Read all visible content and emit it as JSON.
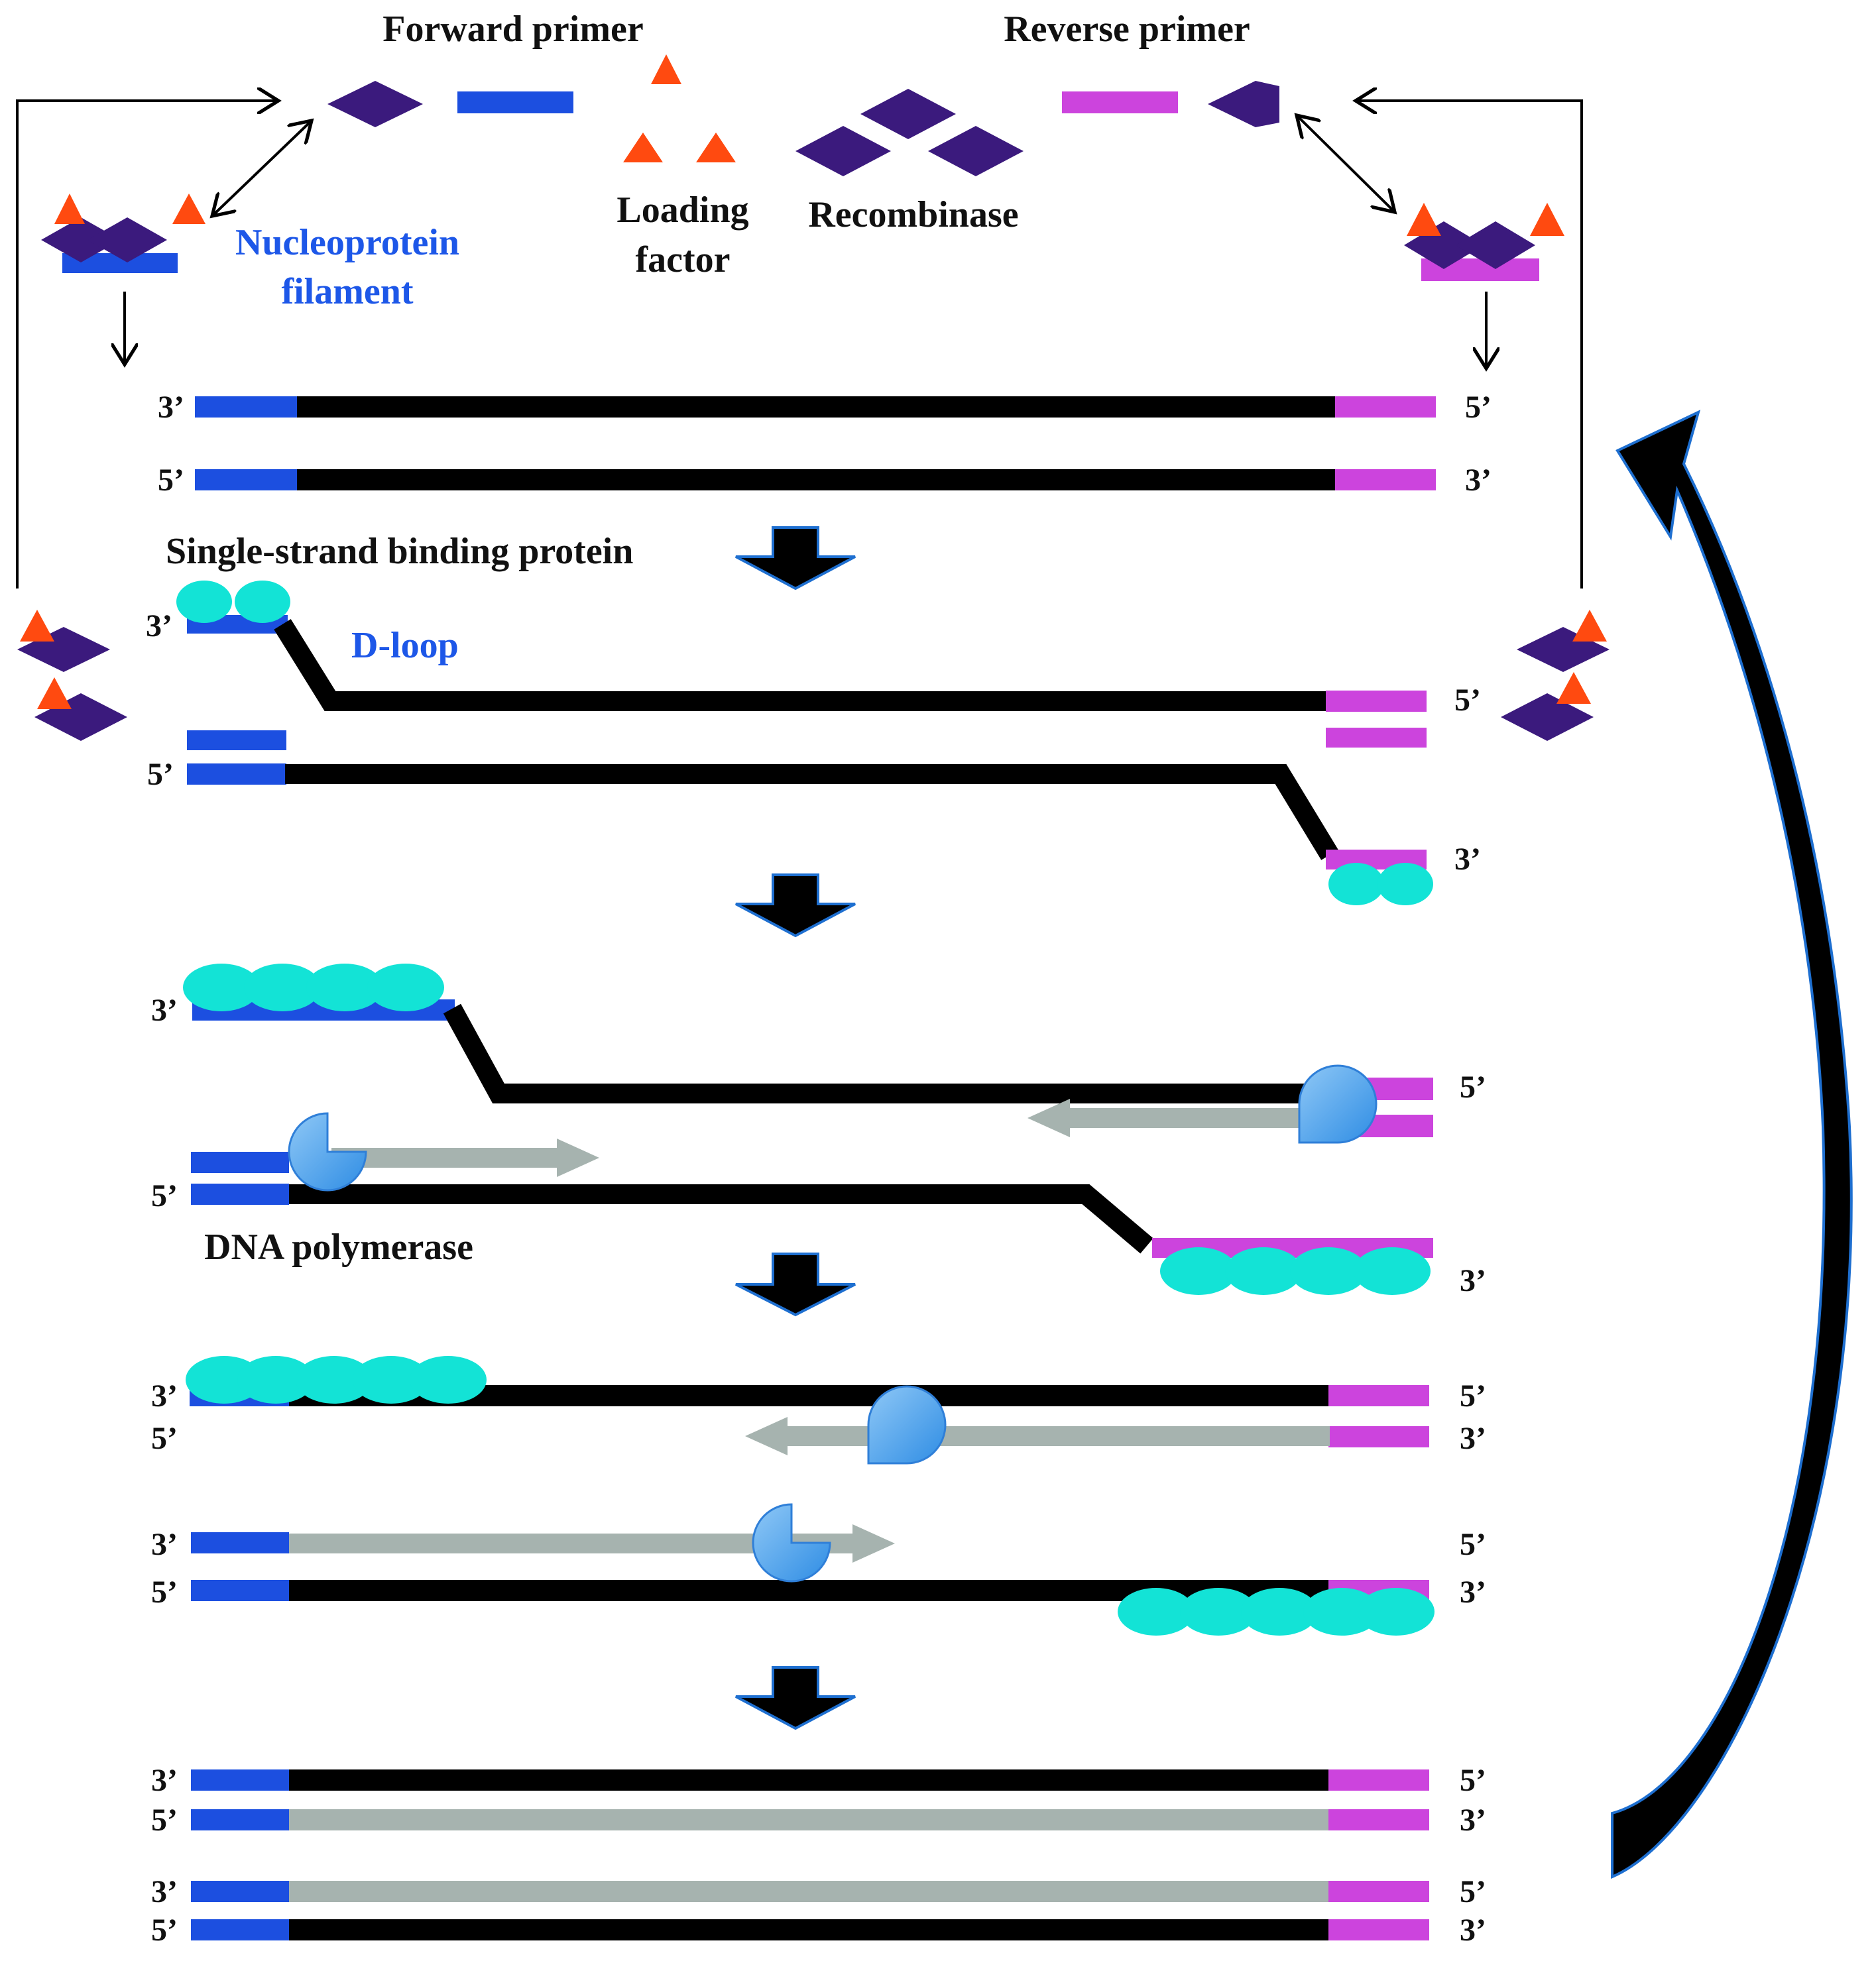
{
  "labels": {
    "forward_primer": "Forward primer",
    "reverse_primer": "Reverse primer",
    "loading_factor_1": "Loading",
    "loading_factor_2": "factor",
    "recombinase": "Recombinase",
    "nucleoprotein_1": "Nucleoprotein",
    "nucleoprotein_2": "filament",
    "ssb": "Single-strand binding protein",
    "d_loop": "D-loop",
    "dna_polymerase": "DNA polymerase"
  },
  "ends": {
    "three": "3’",
    "five": "5’"
  },
  "colors": {
    "forward_primer": "#1c4fe0",
    "reverse_primer": "#cc44dd",
    "template_strand": "#000000",
    "new_strand": "#a6b3af",
    "recombinase": "#3b1a7d",
    "loading_factor": "#ff4a10",
    "ssb": "#13e3d6",
    "polymerase": "#3d9bea",
    "cycle_arrow_outline": "#1e6fd0"
  },
  "icons": {
    "recombinase": "purple-diamond-icon",
    "loading_factor": "orange-triangle-icon",
    "ssb": "cyan-ellipse-icon",
    "polymerase": "blue-pacman-icon",
    "step_arrow": "down-arrow-icon",
    "cycle_arrow": "curved-return-arrow-icon"
  }
}
